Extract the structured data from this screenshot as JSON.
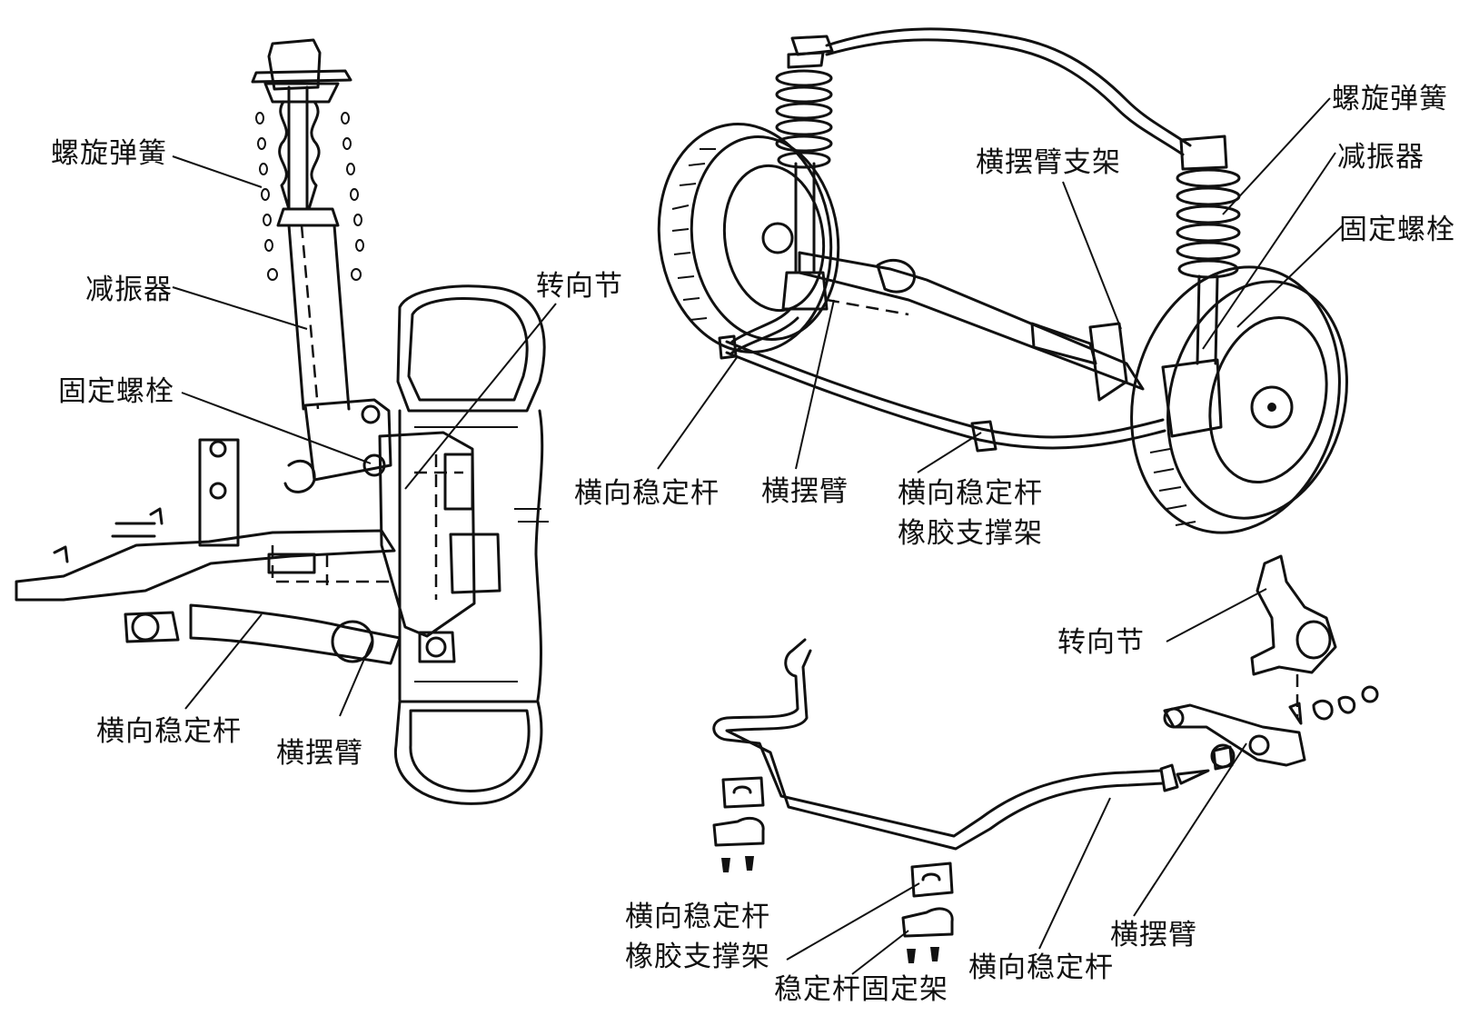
{
  "labels": {
    "left": {
      "coil_spring": "螺旋弹簧",
      "shock_absorber": "减振器",
      "fixing_bolt": "固定螺栓",
      "steering_knuckle": "转向节",
      "stabilizer_bar": "横向稳定杆",
      "control_arm": "横摆臂"
    },
    "top_right": {
      "coil_spring": "螺旋弹簧",
      "shock_absorber": "减振器",
      "fixing_bolt": "固定螺栓",
      "control_arm_bracket": "横摆臂支架",
      "stabilizer_bar": "横向稳定杆",
      "control_arm": "横摆臂",
      "bushing_line1": "横向稳定杆",
      "bushing_line2": "橡胶支撑架"
    },
    "bottom_right": {
      "steering_knuckle": "转向节",
      "bushing_line1": "横向稳定杆",
      "bushing_line2": "橡胶支撑架",
      "bar_clamp": "稳定杆固定架",
      "stabilizer_bar": "横向稳定杆",
      "control_arm": "横摆臂"
    }
  }
}
